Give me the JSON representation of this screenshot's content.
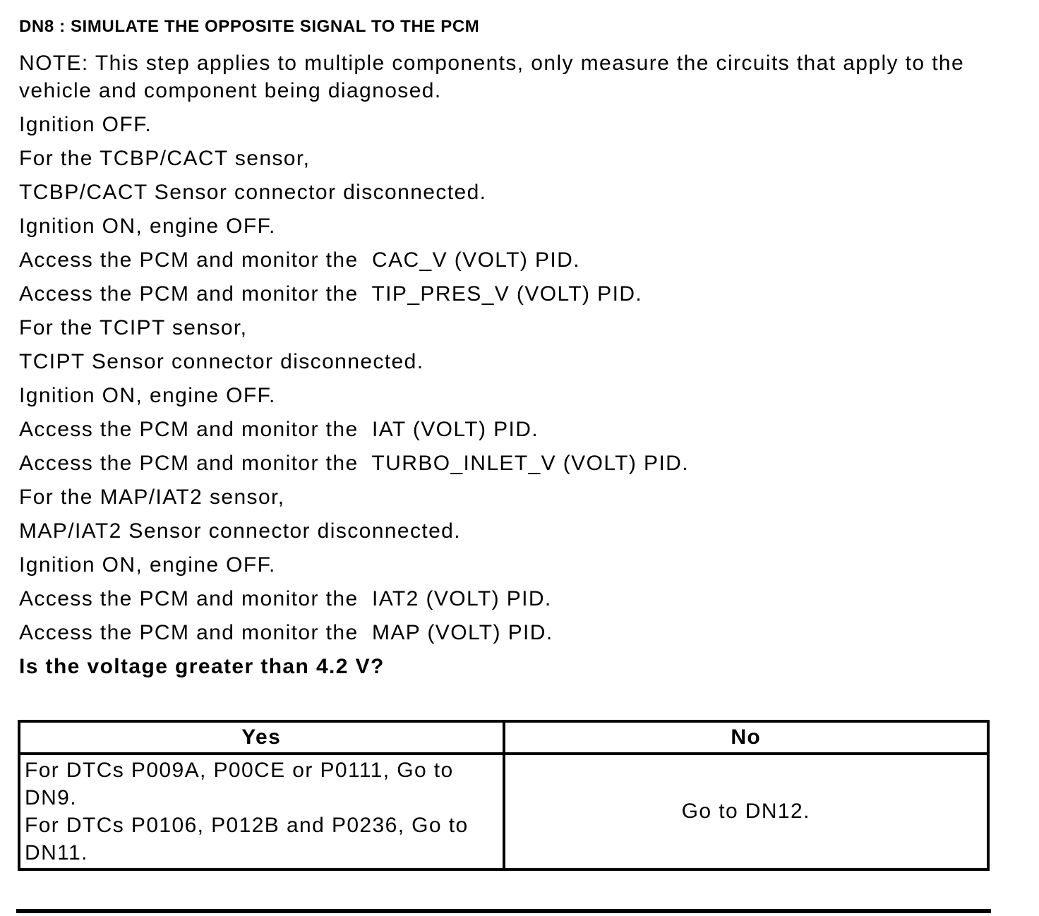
{
  "document": {
    "heading": "DN8 : SIMULATE THE OPPOSITE SIGNAL TO THE PCM",
    "paragraphs": [
      "NOTE: This step applies to multiple components, only measure the circuits that apply to the vehicle and component being diagnosed.",
      "Ignition OFF.",
      "For the TCBP/CACT sensor,",
      "TCBP/CACT Sensor connector disconnected.",
      "Ignition ON, engine OFF.",
      "Access the PCM and monitor the  CAC_V (VOLT) PID.",
      "Access the PCM and monitor the  TIP_PRES_V (VOLT) PID.",
      "For the TCIPT sensor,",
      "TCIPT Sensor connector disconnected.",
      "Ignition ON, engine OFF.",
      "Access the PCM and monitor the  IAT (VOLT) PID.",
      "Access the PCM and monitor the  TURBO_INLET_V (VOLT) PID.",
      "For the MAP/IAT2 sensor,",
      "MAP/IAT2 Sensor connector disconnected.",
      "Ignition ON, engine OFF.",
      "Access the PCM and monitor the  IAT2 (VOLT) PID.",
      "Access the PCM and monitor the  MAP (VOLT) PID."
    ],
    "question": "Is the voltage greater than 4.2 V?",
    "decision_table": {
      "yes_header": "Yes",
      "no_header": "No",
      "yes_items": [
        "For DTCs P009A, P00CE or P0111, Go to DN9.",
        "For DTCs P0106, P012B and P0236, Go to DN11."
      ],
      "no_text": "Go to DN12."
    },
    "colors": {
      "text": "#000000",
      "background": "#ffffff"
    }
  }
}
